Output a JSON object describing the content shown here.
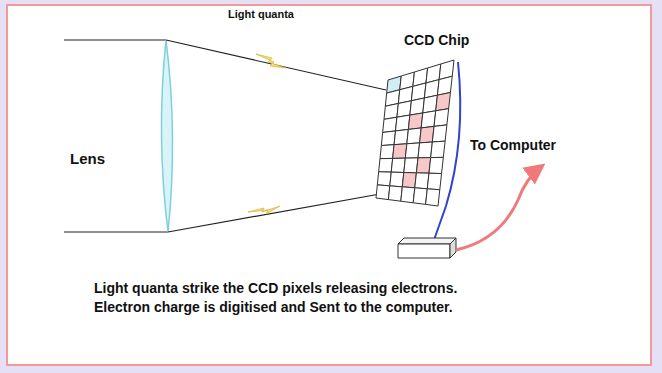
{
  "diagram": {
    "caption": "Light quanta strike the CCD pixels releasing electrons. Electron charge is digitised and Sent to the computer.",
    "labels": [
      "Light quanta",
      "Lens",
      "CCD Chip",
      "To Computer"
    ]
  }
}
